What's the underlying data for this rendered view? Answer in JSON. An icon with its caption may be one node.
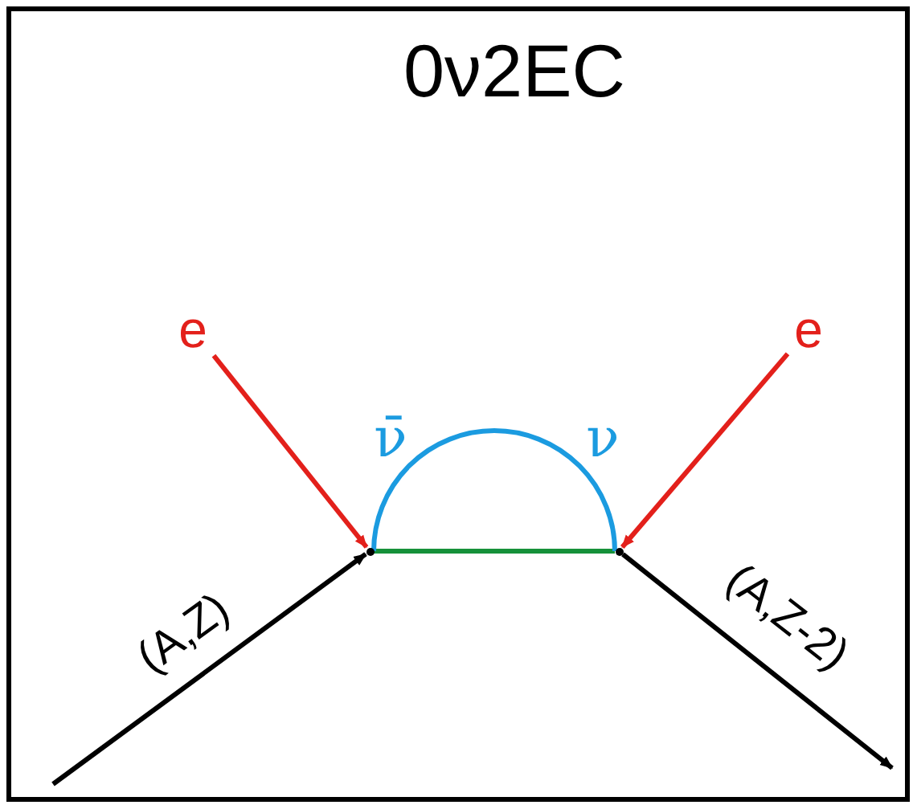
{
  "diagram": {
    "title": "0ν2EC",
    "nodes": [
      {
        "text": [
          "e"
        ]
      },
      {
        "text": [
          "e"
        ]
      },
      {
        "text": [],
        "shape": "dot"
      },
      {
        "text": [],
        "shape": "dot"
      }
    ],
    "edges": [
      {
        "from": 0,
        "to": 2,
        "arrow": "to",
        "color": "#e3201b"
      },
      {
        "from": 1,
        "to": 3,
        "arrow": "to",
        "color": "#e3201b"
      },
      {
        "from": null,
        "to": 2,
        "arrow": "to",
        "label": "(A,Z)",
        "color": "#000000"
      },
      {
        "from": 3,
        "to": null,
        "arrow": "to",
        "label": "(A,Z-2)",
        "color": "#000000"
      },
      {
        "from": 2,
        "to": 3,
        "arrow": "none",
        "color": "#16913a"
      },
      {
        "from": 2,
        "to": 3,
        "arrow": "none",
        "color": "#1b9be0"
      }
    ],
    "labels": [
      "ν̄",
      "ν"
    ]
  }
}
